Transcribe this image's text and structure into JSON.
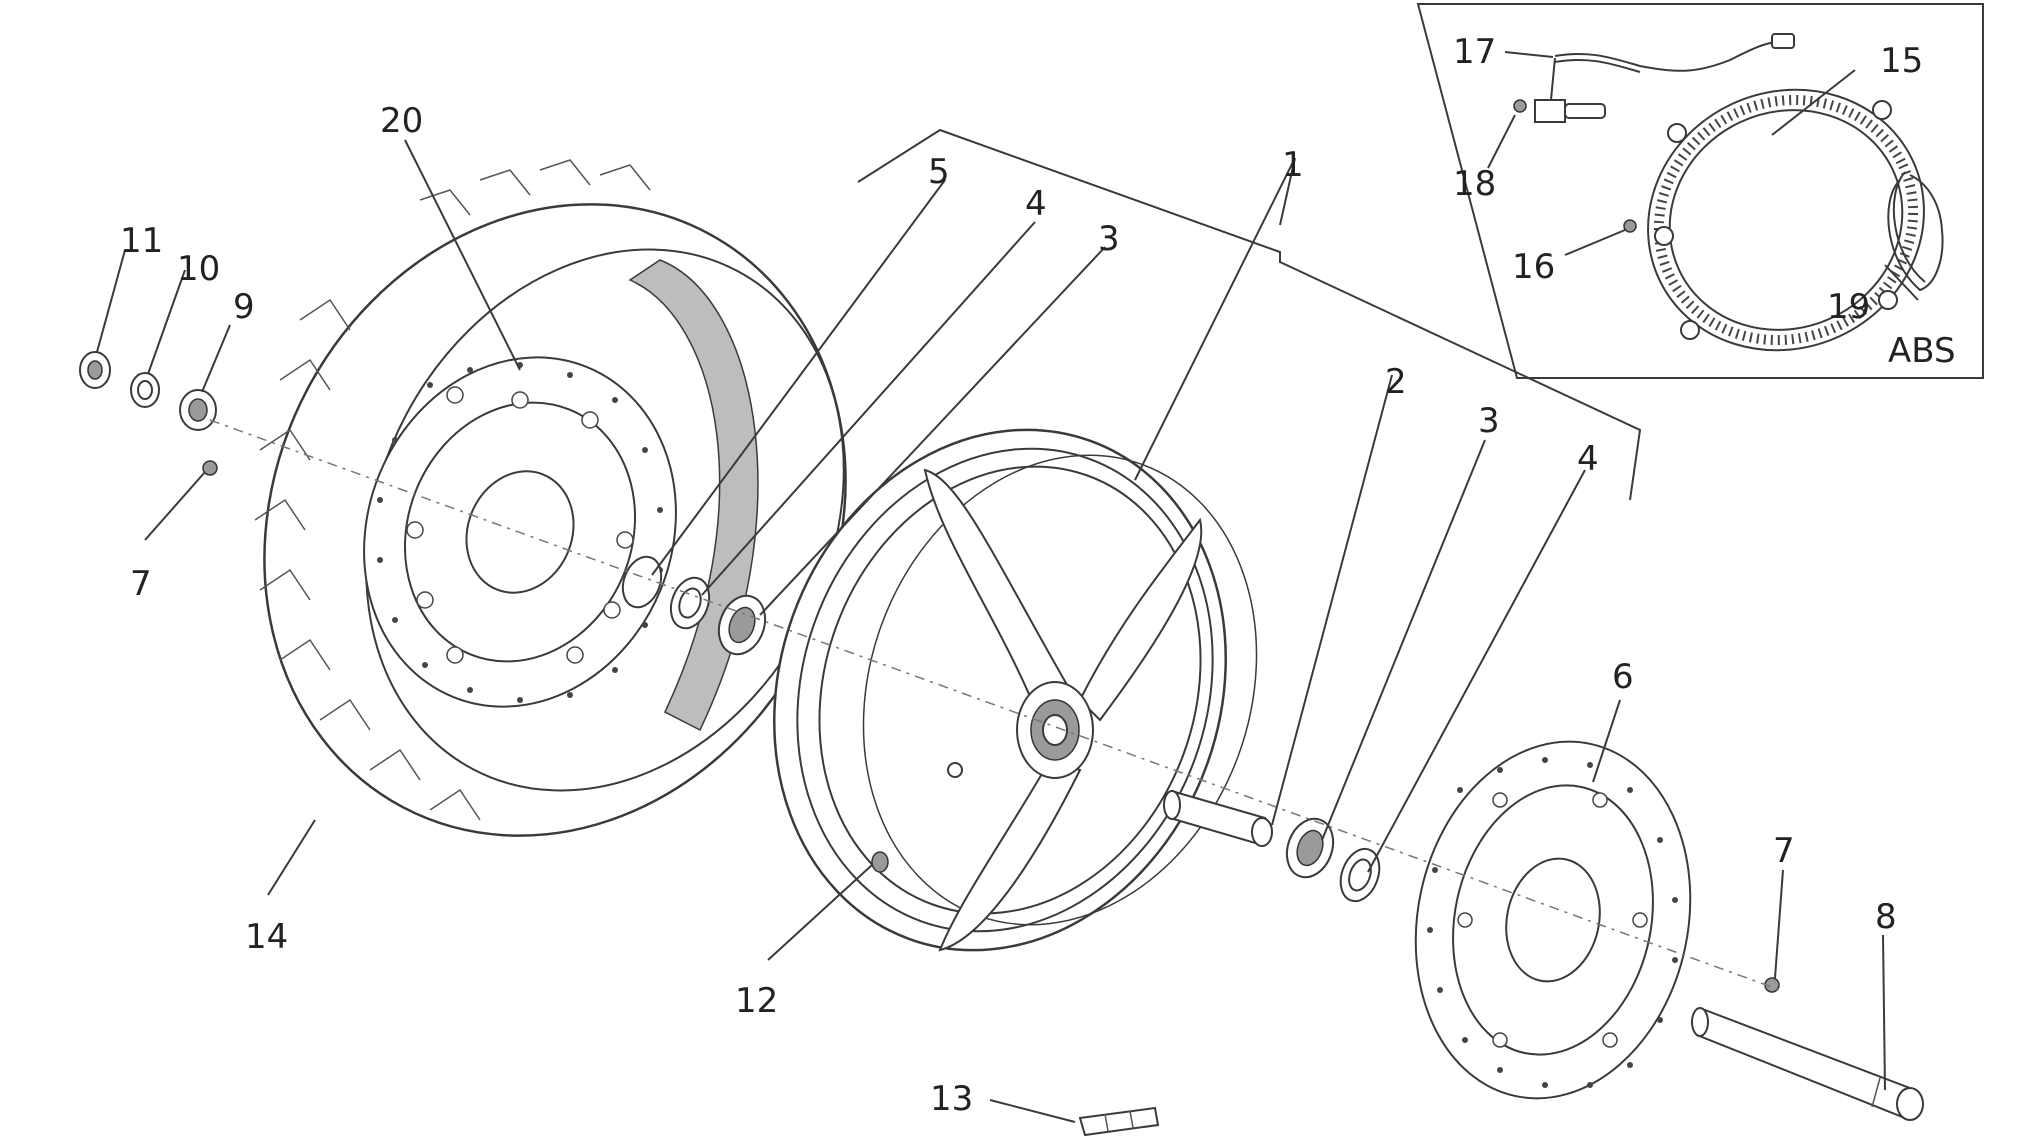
{
  "labels": {
    "c1": "1",
    "c2": "2",
    "c3a": "3",
    "c3b": "3",
    "c4a": "4",
    "c4b": "4",
    "c5": "5",
    "c6": "6",
    "c7a": "7",
    "c7b": "7",
    "c8": "8",
    "c9": "9",
    "c10": "10",
    "c11": "11",
    "c12": "12",
    "c13": "13",
    "c14": "14",
    "c15": "15",
    "c16": "16",
    "c17": "17",
    "c18": "18",
    "c19": "19",
    "c20": "20"
  },
  "abs_inset": {
    "label": "ABS"
  },
  "colors": {
    "line": "#3a3a3a",
    "tire_band": "#bdbdbd",
    "background": "#ffffff"
  }
}
